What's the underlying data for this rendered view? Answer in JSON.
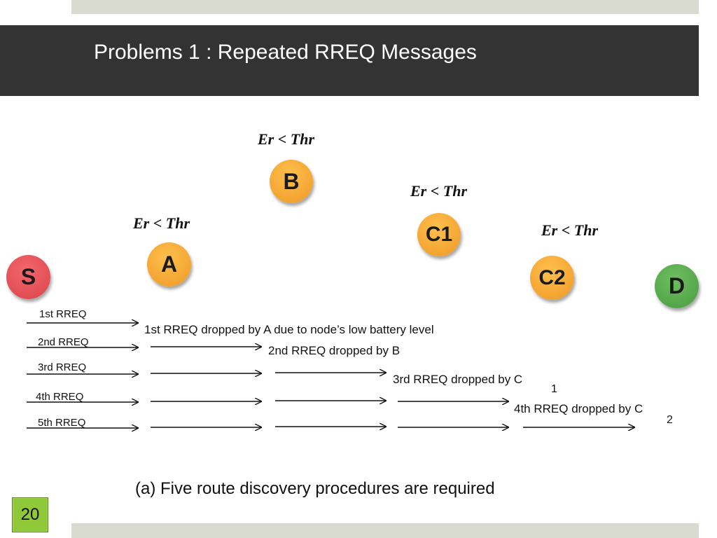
{
  "slide": {
    "title": "Problems 1 : Repeated RREQ Messages",
    "number": "20",
    "caption": "(a) Five route discovery procedures are required"
  },
  "nodes": {
    "s": "S",
    "a": "A",
    "b": "B",
    "c1": "C1",
    "c2": "C2",
    "d": "D"
  },
  "thresholds": {
    "a": "Er < Thr",
    "b": "Er < Thr",
    "c1": "Er < Thr",
    "c2": "Er < Thr"
  },
  "rreq_labels": [
    "1st RREQ",
    "2nd RREQ",
    "3rd RREQ",
    "4th RREQ",
    "5th RREQ"
  ],
  "drop_notes": {
    "first": "1st RREQ dropped by A due to node’s low battery level",
    "second": "2nd RREQ dropped by B",
    "third": "3rd RREQ dropped by  C",
    "third_sub": "1",
    "fourth": "4th RREQ dropped by C",
    "fourth_sub": "2"
  },
  "colors": {
    "title_bar": "#333333",
    "accent_band": "#d9dbd1",
    "node_orange": "#f5a836",
    "node_red": "#e35055",
    "node_green": "#55a84b",
    "slide_number_bg": "#8fc93a"
  }
}
